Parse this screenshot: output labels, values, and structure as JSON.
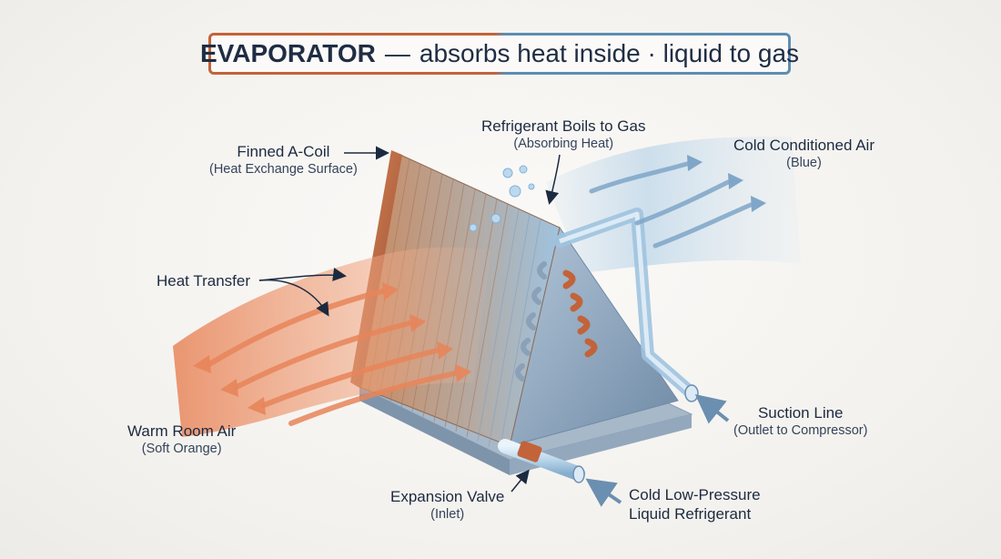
{
  "title": {
    "bold": "EVAPORATOR",
    "separator": "—",
    "rest": "absorbs heat inside · liquid to gas"
  },
  "labels": {
    "finned_coil": {
      "main": "Finned A-Coil",
      "sub": "(Heat Exchange Surface)"
    },
    "refrigerant_boils": {
      "main": "Refrigerant Boils to Gas",
      "sub": "(Absorbing Heat)"
    },
    "cold_air": {
      "main": "Cold Conditioned Air",
      "sub": "(Blue)"
    },
    "heat_transfer": {
      "main": "Heat Transfer"
    },
    "warm_air": {
      "main": "Warm Room Air",
      "sub": "(Soft Orange)"
    },
    "suction_line": {
      "main": "Suction Line",
      "sub": "(Outlet to Compressor)"
    },
    "expansion_valve": {
      "main": "Expansion Valve",
      "sub": "(Inlet)"
    },
    "liquid_refrigerant": {
      "line1": "Cold Low-Pressure",
      "line2": "Liquid Refrigerant"
    }
  },
  "colors": {
    "warm": "#e8855a",
    "cold": "#7fb3d9",
    "copper": "#c2633a",
    "steel": "#8aa1b8",
    "text": "#1c2a40"
  }
}
